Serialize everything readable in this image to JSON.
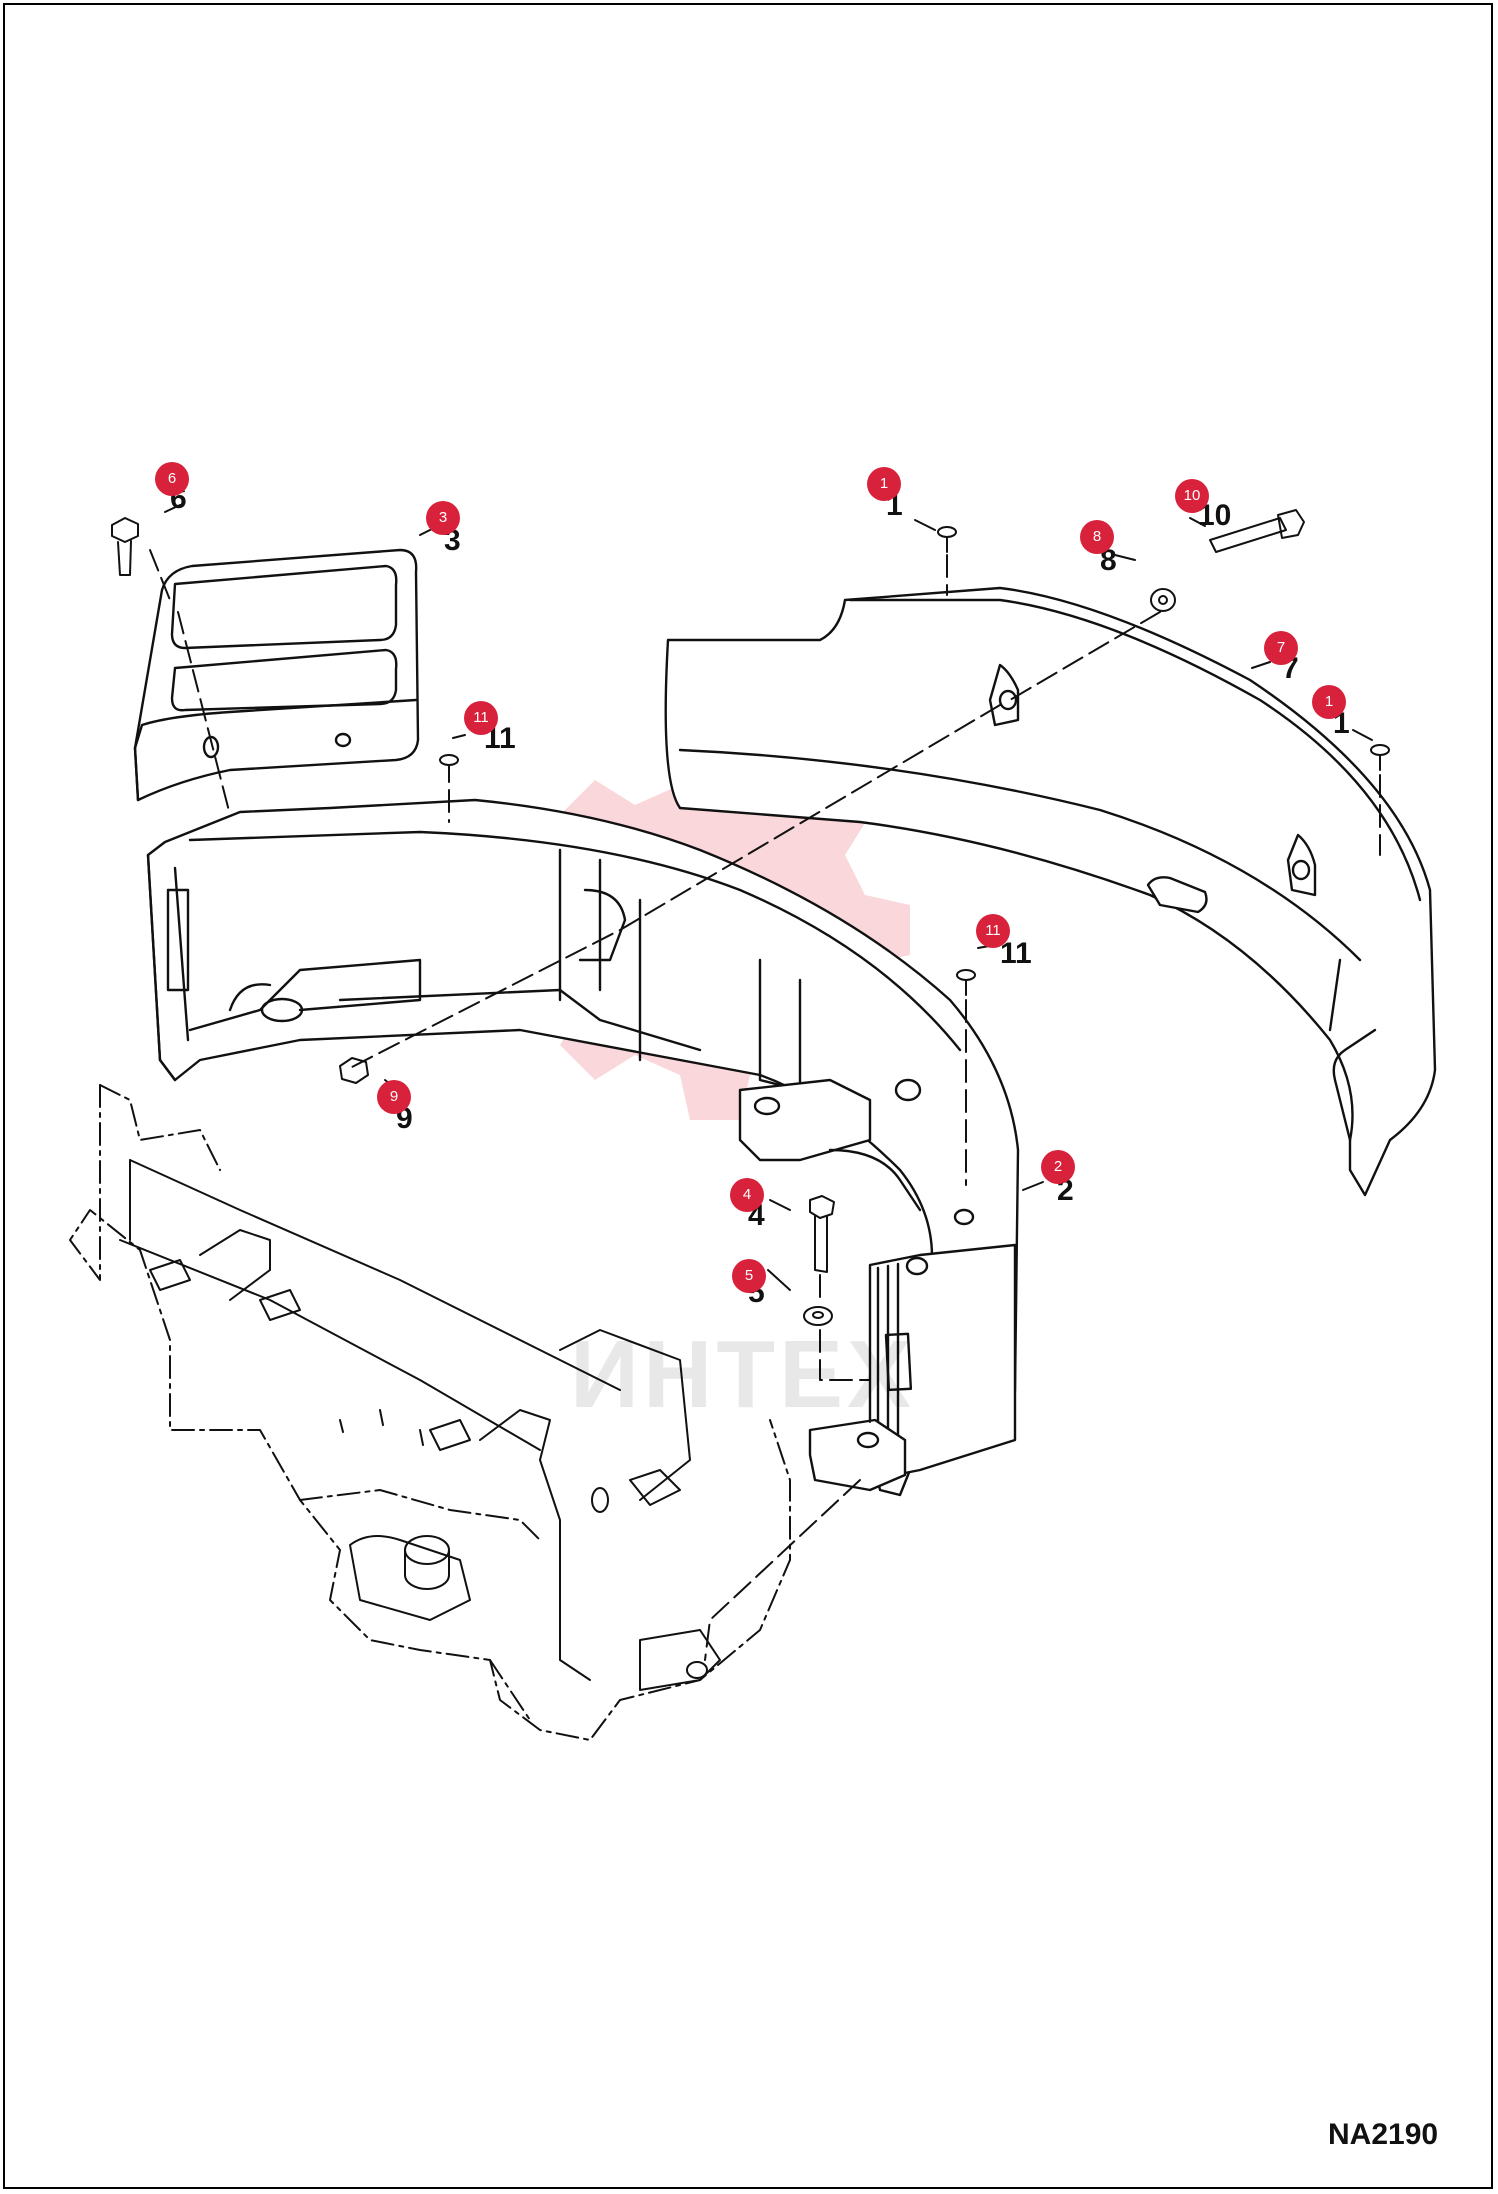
{
  "diagram": {
    "drawing_id": "NA2190",
    "watermark_text": "ИНТЕХ",
    "accent_color": "#d8213a",
    "callouts": [
      {
        "id": "callout-6",
        "label": "6"
      },
      {
        "id": "callout-3",
        "label": "3"
      },
      {
        "id": "callout-11a",
        "label": "11"
      },
      {
        "id": "callout-9",
        "label": "9"
      },
      {
        "id": "callout-1a",
        "label": "1"
      },
      {
        "id": "callout-10",
        "label": "10"
      },
      {
        "id": "callout-8",
        "label": "8"
      },
      {
        "id": "callout-7",
        "label": "7"
      },
      {
        "id": "callout-1b",
        "label": "1"
      },
      {
        "id": "callout-11b",
        "label": "11"
      },
      {
        "id": "callout-2",
        "label": "2"
      },
      {
        "id": "callout-4",
        "label": "4"
      },
      {
        "id": "callout-5",
        "label": "5"
      }
    ]
  }
}
